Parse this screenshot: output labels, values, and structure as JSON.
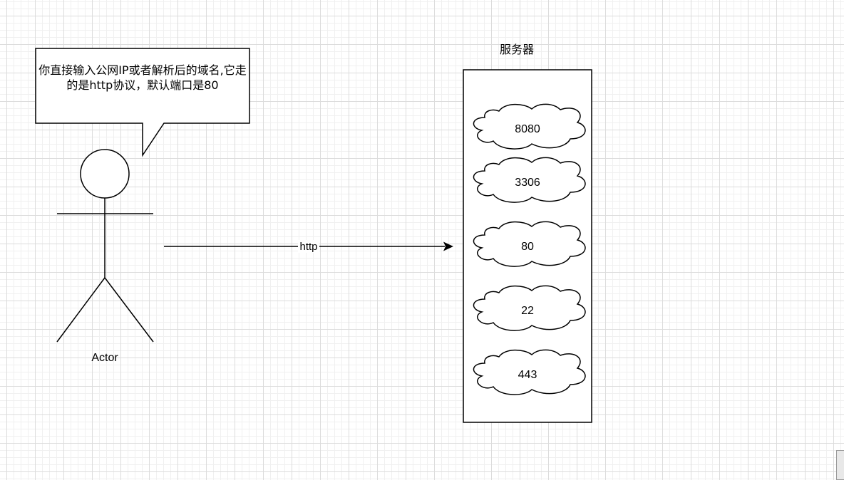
{
  "callout": {
    "text": "你直接输入公网IP或者解析后的域名,它走的是http协议，默认端口是80"
  },
  "actor": {
    "label": "Actor"
  },
  "edge": {
    "label": "http"
  },
  "server": {
    "title": "服务器",
    "ports": [
      "8080",
      "3306",
      "80",
      "22",
      "443"
    ]
  }
}
